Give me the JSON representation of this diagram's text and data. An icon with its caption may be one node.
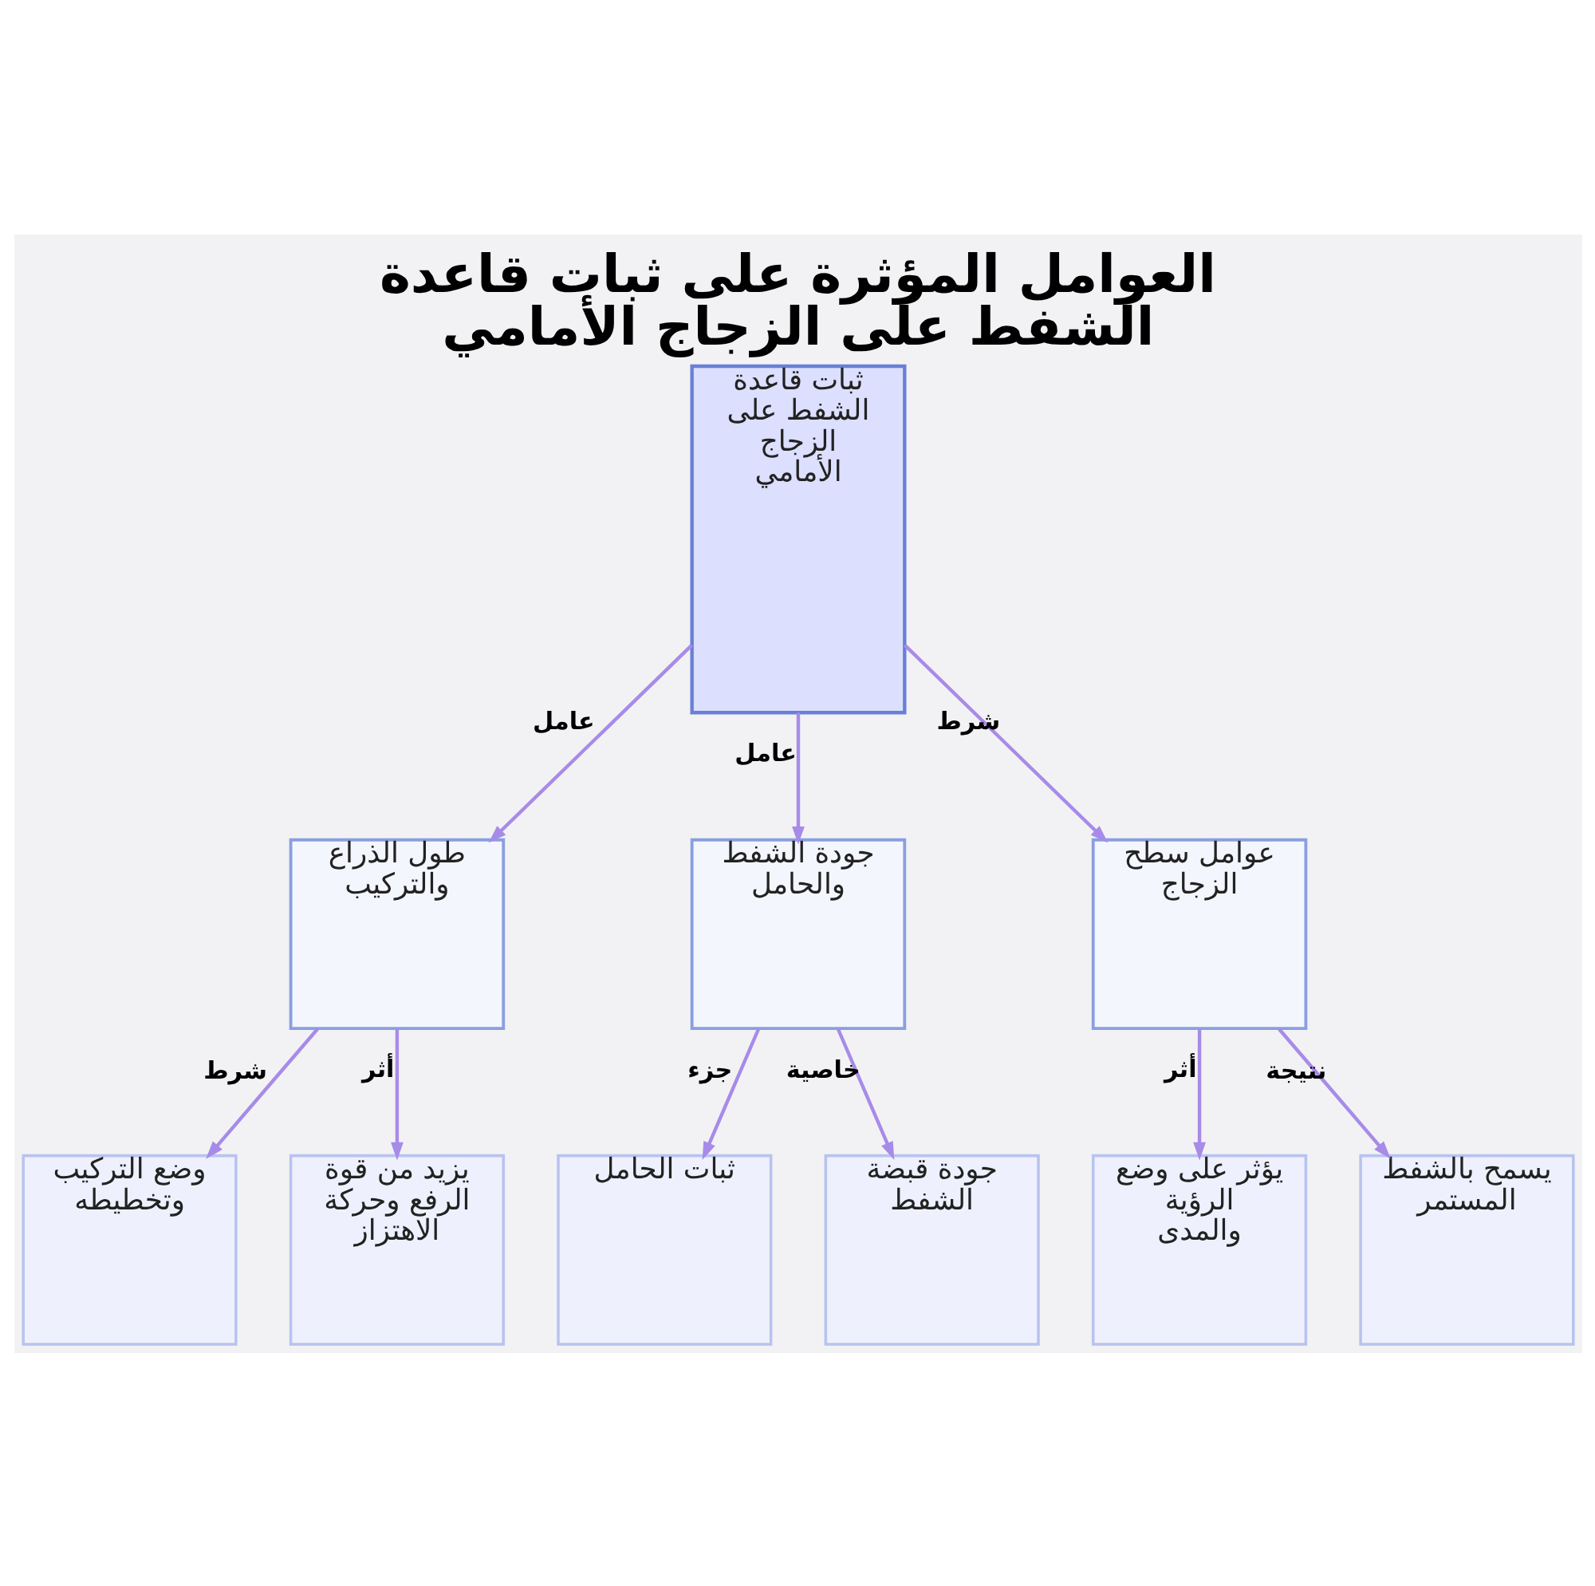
{
  "diagram": {
    "title": "العوامل المؤثرة على ثبات قاعدة الشفط على الزجاج الأمامي",
    "nodes": [
      {
        "text": [
          "ثبات قاعدة الشفط على الزجاج الأمامي"
        ]
      },
      {
        "text": [
          "طول الذراع والتركيب"
        ]
      },
      {
        "text": [
          "جودة الشفط والحامل"
        ]
      },
      {
        "text": [
          "عوامل سطح الزجاج"
        ]
      },
      {
        "text": [
          "وضع التركيب وتخطيطه"
        ]
      },
      {
        "text": [
          "يزيد من قوة الرفع وحركة الاهتزاز"
        ]
      },
      {
        "text": [
          "ثبات الحامل"
        ]
      },
      {
        "text": [
          "جودة قبضة الشفط"
        ]
      },
      {
        "text": [
          "يؤثر على وضع الرؤية والمدى"
        ]
      },
      {
        "text": [
          "يسمح بالشفط المستمر"
        ]
      }
    ],
    "edges": [
      {
        "from": 0,
        "to": 1,
        "arrow": "to",
        "label": "عامل"
      },
      {
        "from": 0,
        "to": 2,
        "arrow": "to",
        "label": "عامل"
      },
      {
        "from": 0,
        "to": 3,
        "arrow": "to",
        "label": "شرط"
      },
      {
        "from": 1,
        "to": 4,
        "arrow": "to",
        "label": "شرط"
      },
      {
        "from": 1,
        "to": 5,
        "arrow": "to",
        "label": "أثر"
      },
      {
        "from": 2,
        "to": 6,
        "arrow": "to",
        "label": "جزء"
      },
      {
        "from": 2,
        "to": 7,
        "arrow": "to",
        "label": "خاصية"
      },
      {
        "from": 3,
        "to": 8,
        "arrow": "to",
        "label": "أثر"
      },
      {
        "from": 3,
        "to": 9,
        "arrow": "to",
        "label": "نتيجة"
      }
    ]
  }
}
